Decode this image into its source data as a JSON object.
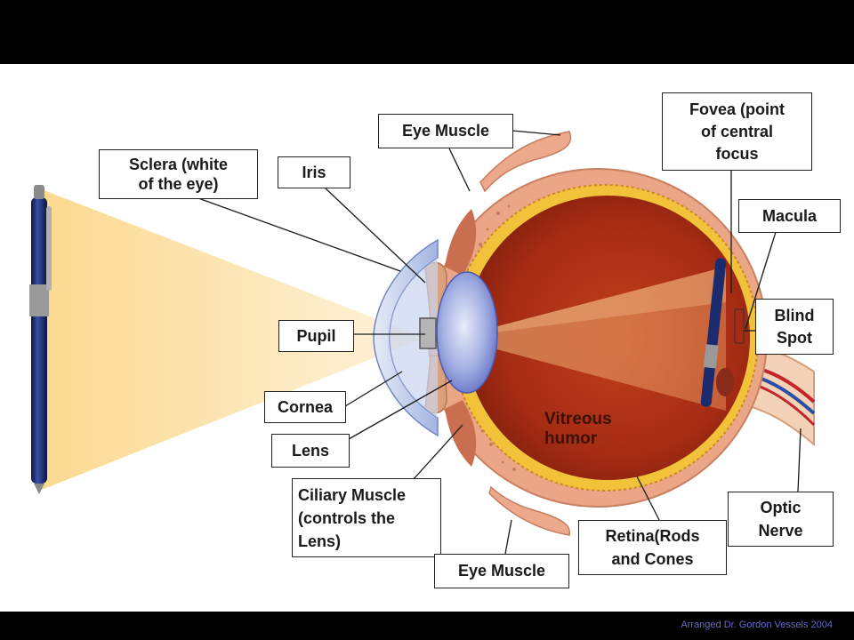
{
  "labels": {
    "eye_muscle_top": "Eye Muscle",
    "fovea": "Fovea (point\nof central\nfocus",
    "sclera": "Sclera (white\nof the eye)",
    "iris": "Iris",
    "macula": "Macula",
    "blind_spot": "Blind\nSpot",
    "pupil": "Pupil",
    "cornea": "Cornea",
    "lens": "Lens",
    "ciliary_muscle": "Ciliary Muscle\n(controls the\nLens)",
    "optic_nerve": "Optic\nNerve",
    "retina": "Retina(Rods\nand Cones",
    "eye_muscle_bottom": "Eye Muscle",
    "vitreous_humor": "Vitreous\nhumor"
  },
  "footer": {
    "credit": "Arranged Dr. Gordon Vessels 2004"
  },
  "colors": {
    "eyeball_interior": "#a52b14",
    "sclera": "#e8a484",
    "retina_layer": "#f2c23a",
    "lens": "#8a9ad8",
    "light_beam": "#fde4a8",
    "pen_body": "#1c2a6e"
  }
}
